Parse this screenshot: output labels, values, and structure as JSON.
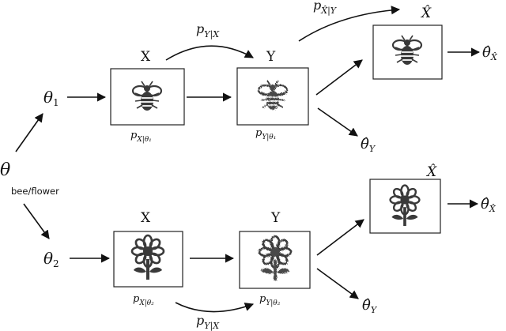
{
  "symbols": {
    "theta": "θ",
    "theta_hat": "θ̂",
    "x_hat": "X̂",
    "sub_1": "1",
    "sub_2": "2",
    "sub_Y": "Y",
    "sub_Xhat": "X̂"
  },
  "root": {
    "label": "bee/flower"
  },
  "labels": {
    "x": "X",
    "y": "Y",
    "p": "p",
    "sub_y_given_x": "Y|X",
    "sub_xhat_given_y": "X̂|Y",
    "sub_x_given_theta1": "X|θ₁",
    "sub_y_given_theta1": "Y|θ₁",
    "sub_x_given_theta2": "X|θ₂",
    "sub_y_given_theta2": "Y|θ₂"
  },
  "icons": {
    "bee": "bee-icon",
    "noisy_bee": "noisy-bee-icon",
    "flower": "flower-icon",
    "noisy_flower": "noisy-flower-icon"
  }
}
